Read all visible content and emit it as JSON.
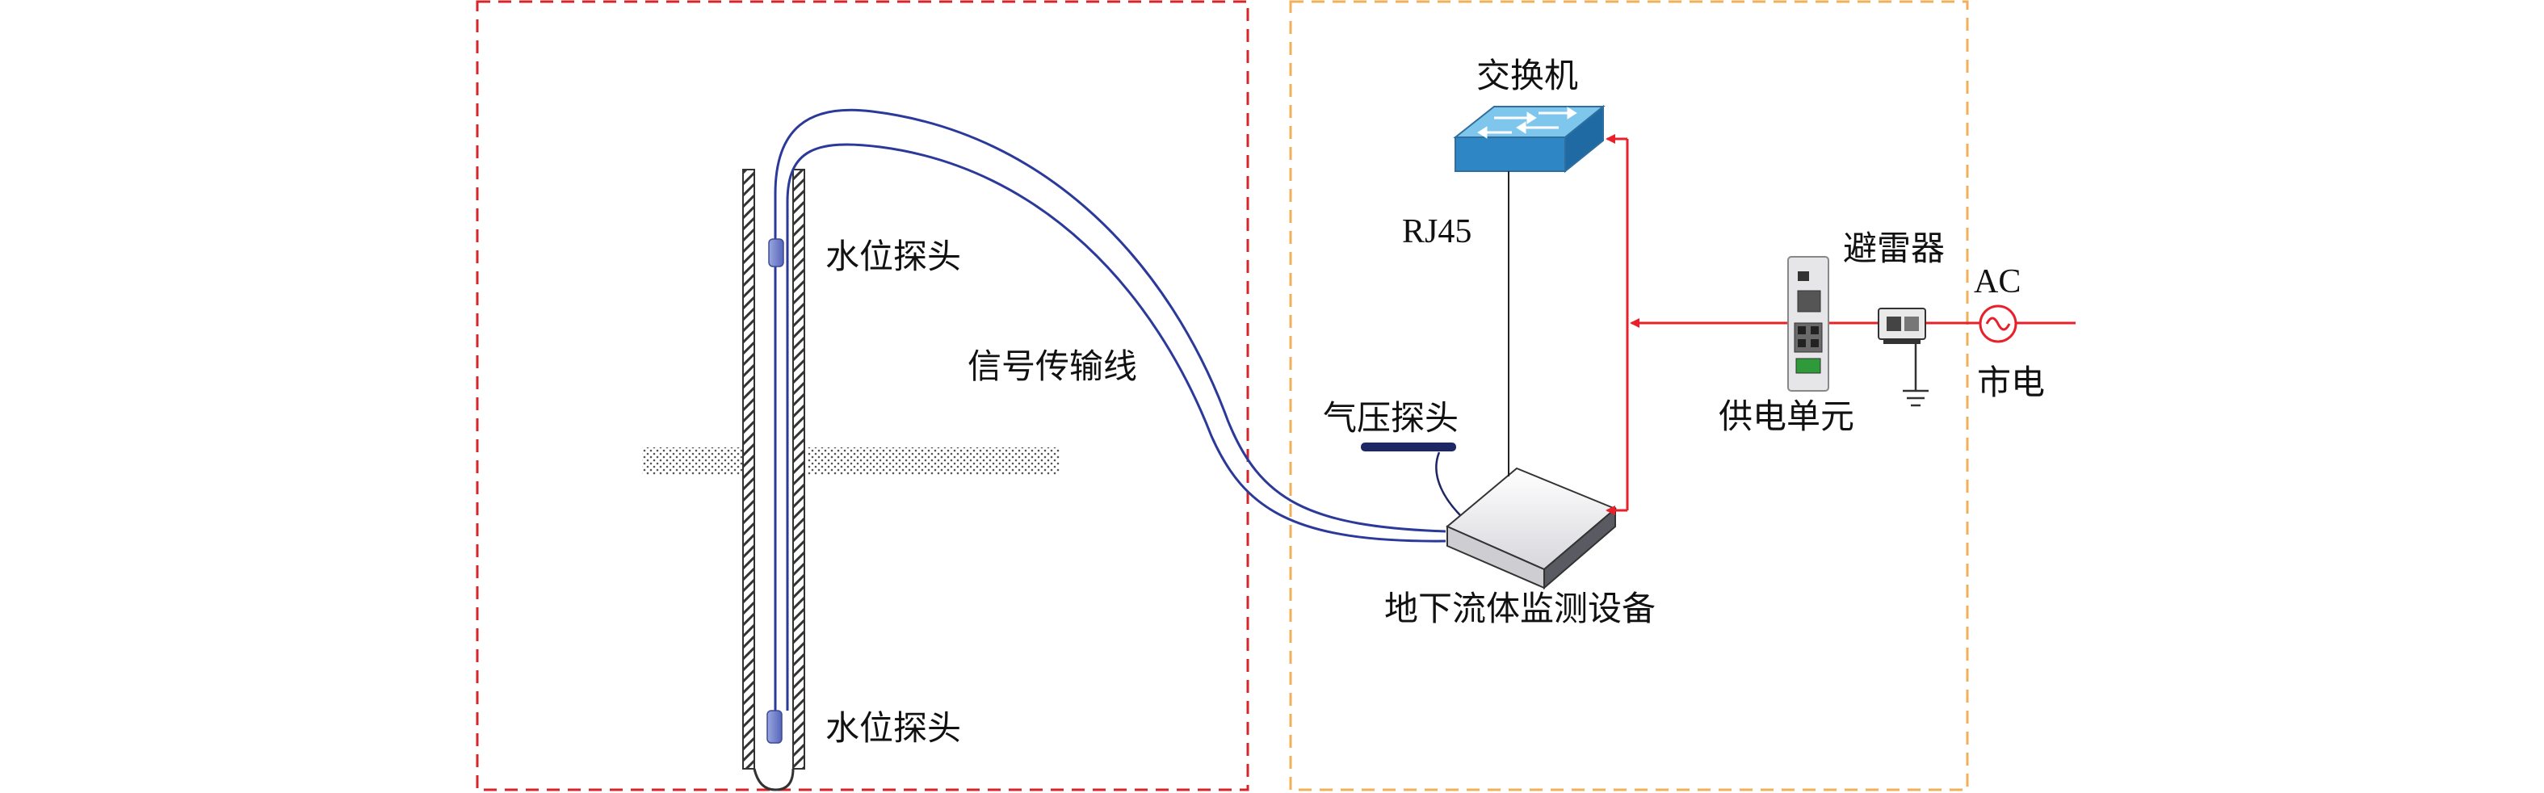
{
  "labels": {
    "water_probe_top": "水位探头",
    "water_probe_bottom": "水位探头",
    "signal_line": "信号传输线",
    "pressure_probe": "气压探头",
    "switch": "交换机",
    "rj45": "RJ45",
    "monitor_device": "地下流体监测设备",
    "power_unit": "供电单元",
    "lightning_arrester": "避雷器",
    "ac": "AC",
    "mains": "市电"
  },
  "colors": {
    "left_border": "#d6242a",
    "right_border": "#f0b05a",
    "power_line": "#e8202a",
    "signal_cable": "#2b3a9a",
    "switch_top": "#7fc6ec",
    "switch_side": "#2f86c4",
    "device_body": "#e9e9ec",
    "pressure_probe": "#1e2766"
  },
  "icons": {
    "switch": "network-switch-icon",
    "device": "monitor-device-icon",
    "power_unit": "power-supply-icon",
    "arrester": "lightning-arrester-icon",
    "ac_source": "ac-source-icon",
    "ground": "ground-icon"
  }
}
